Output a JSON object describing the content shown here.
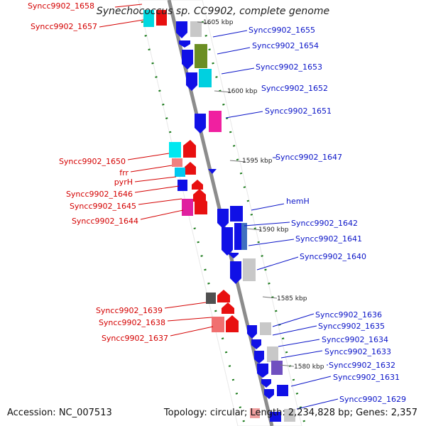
{
  "title": "Synechococcus sp. CC9902, complete genome",
  "accession": "Accession: NC_007513",
  "summary": "Topology: circular; Length: 2,234,828 bp; Genes: 2,357",
  "ticks": [
    "1605 kbp",
    "1600 kbp",
    "1595 kbp",
    "1590 kbp",
    "1585 kbp",
    "1580 kbp"
  ],
  "reverse_genes": [
    "Syncc9902_1658",
    "Syncc9902_1657",
    "Syncc9902_1650",
    "frr",
    "pyrH",
    "Syncc9902_1646",
    "Syncc9902_1645",
    "Syncc9902_1644",
    "Syncc9902_1639",
    "Syncc9902_1638",
    "Syncc9902_1637"
  ],
  "forward_genes": [
    "Syncc9902_1655",
    "Syncc9902_1654",
    "Syncc9902_1653",
    "Syncc9902_1652",
    "Syncc9902_1651",
    "Syncc9902_1647",
    "hemH",
    "Syncc9902_1642",
    "Syncc9902_1641",
    "Syncc9902_1640",
    "Syncc9902_1636",
    "Syncc9902_1635",
    "Syncc9902_1634",
    "Syncc9902_1633",
    "Syncc9902_1632",
    "Syncc9902_1631",
    "Syncc9902_1629"
  ],
  "colors": {
    "forward_strand": "#1010e6",
    "reverse_strand": "#e81010",
    "backbone": "#8c8c8c",
    "reverse_label": "#d40000",
    "forward_label": "#0a14c8",
    "tick_mark": "#1a7a1a"
  }
}
